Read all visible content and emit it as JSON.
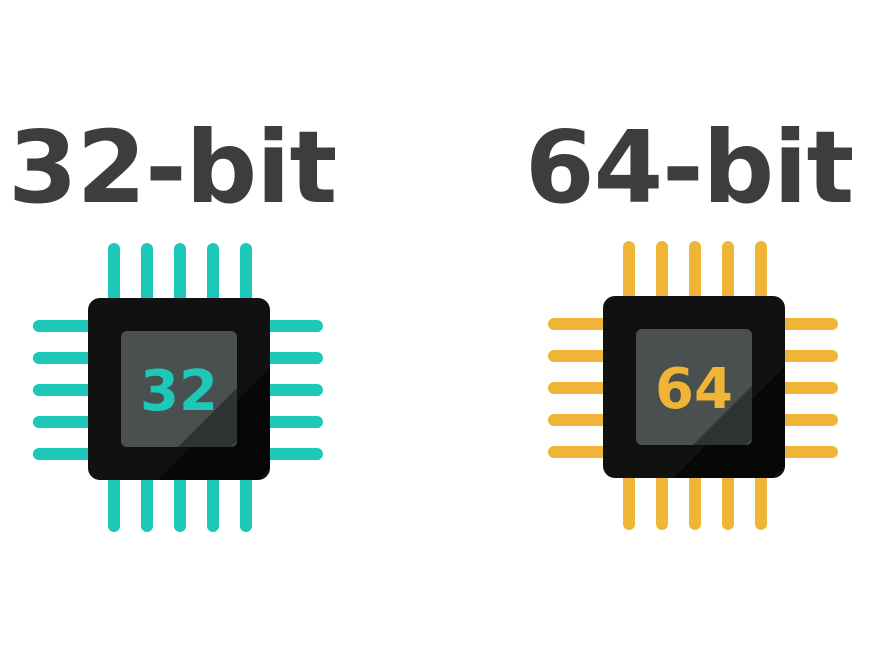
{
  "left": {
    "title": "32-bit",
    "chip_label": "32",
    "pin_color": "#1ec8b8",
    "label_color": "#1ec8b8"
  },
  "right": {
    "title": "64-bit",
    "chip_label": "64",
    "pin_color": "#f0b437",
    "label_color": "#f0b437"
  },
  "colors": {
    "heading": "#3d3d3d",
    "chip_body": "#111111",
    "chip_core": "#4a4f4f",
    "background": "#ffffff"
  },
  "icons": [
    "cpu-chip-icon",
    "cpu-chip-icon"
  ]
}
